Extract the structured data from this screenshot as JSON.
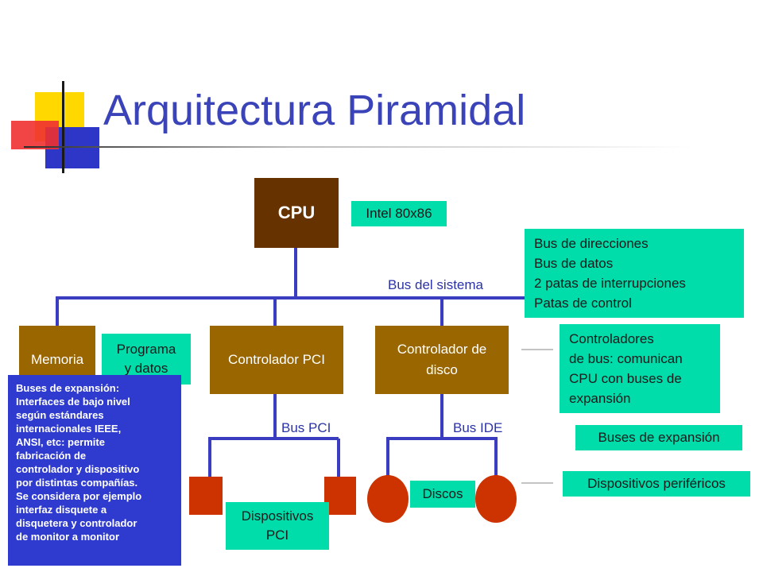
{
  "title": "Arquitectura Piramidal",
  "colors": {
    "brown": "#996600",
    "green": "#00dcaa",
    "bus": "#3a3dbf",
    "device": "#cc3300",
    "note": "#2f3bcf"
  },
  "nodes": {
    "cpu": "CPU",
    "memoria": "Memoria",
    "controlador_pci": "Controlador PCI",
    "controlador_disco": "Controlador de\ndisco"
  },
  "labels": {
    "bus_sistema": "Bus del sistema",
    "bus_pci": "Bus PCI",
    "bus_ide": "Bus IDE"
  },
  "callouts": {
    "intel": "Intel 80x86",
    "bus_lines": "Bus de direcciones\nBus de datos\n2 patas de interrupciones\nPatas de control",
    "programa": "Programa\ny datos",
    "controladores": "Controladores\nde bus: comunican\nCPU con buses de\nexpansión",
    "buses_expansion": "Buses de expansión",
    "dispositivos_perifericos": "Dispositivos periféricos",
    "dispositivos_pci": "Dispositivos\nPCI",
    "discos": "Discos"
  },
  "note": "Buses de expansión:\nInterfaces de bajo nivel\nsegún estándares\ninternacionales IEEE,\nANSI, etc: permite\nfabricación de\ncontrolador y dispositivo\npor distintas compañías.\nSe considera por ejemplo\ninterfaz disquete a\ndisquetera y controlador\nde monitor a monitor"
}
